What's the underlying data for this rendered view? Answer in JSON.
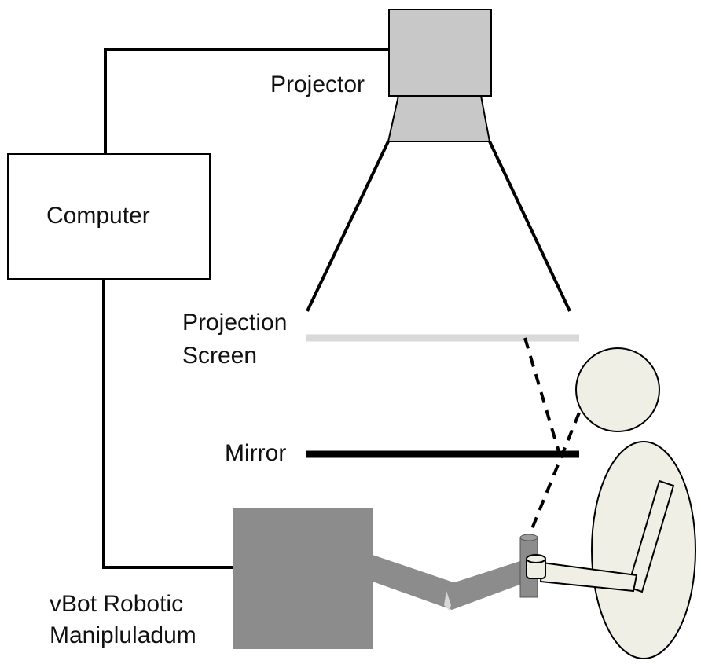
{
  "labels": {
    "projector": "Projector",
    "computer": "Computer",
    "projection_screen_line1": "Projection",
    "projection_screen_line2": "Screen",
    "mirror": "Mirror",
    "vbot_line1": "vBot Robotic",
    "vbot_line2": "Manipluladum"
  },
  "colors": {
    "projector_body": "#c8c8c8",
    "robot_body": "#8c8c8c",
    "screen": "#d9d9d9",
    "mirror": "#000000",
    "person_fill": "#f0efe6",
    "wire": "#000000"
  }
}
